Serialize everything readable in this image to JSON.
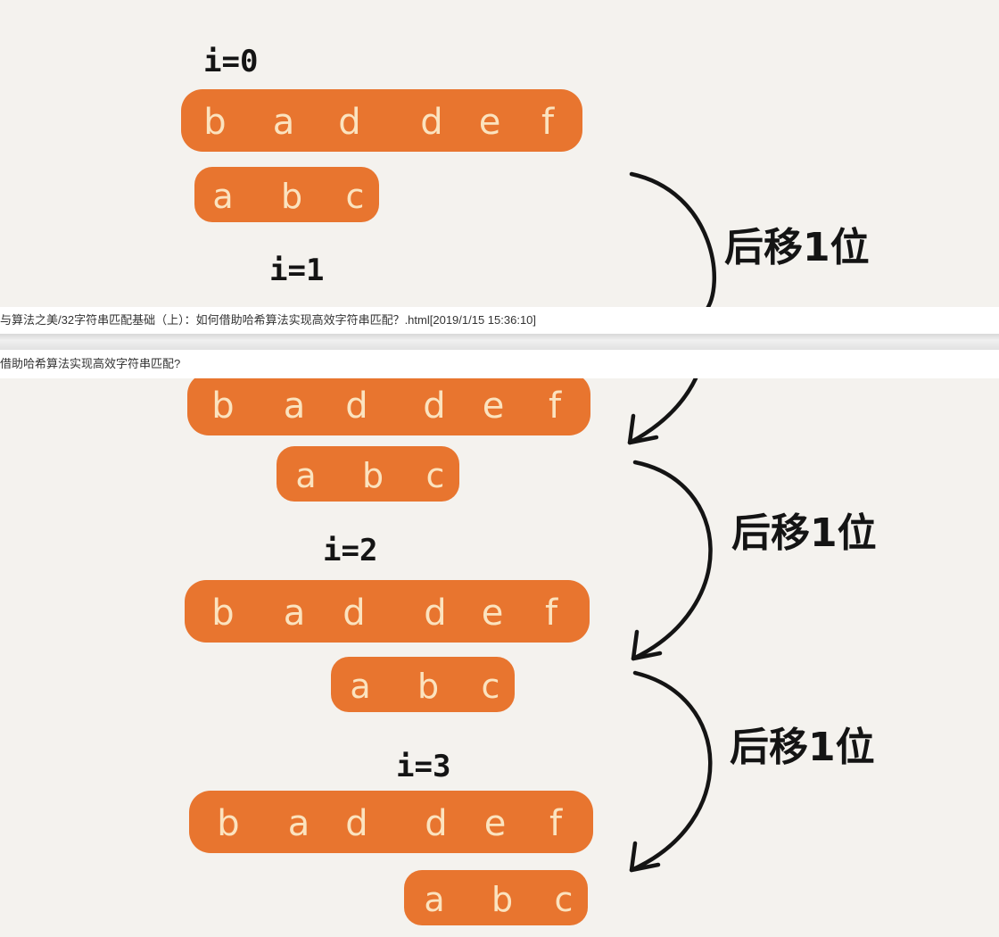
{
  "chart_data": {
    "main_string": [
      "b",
      "a",
      "d",
      "d",
      "e",
      "f"
    ],
    "pattern": [
      "a",
      "b",
      "c"
    ],
    "steps": [
      {
        "label": "i=0",
        "shift": 0
      },
      {
        "label": "i=1",
        "shift": 1
      },
      {
        "label": "i=2",
        "shift": 2
      },
      {
        "label": "i=3",
        "shift": 3
      }
    ],
    "arrow_label": "后移1位"
  },
  "overlay": {
    "path_text": "与算法之美/32字符串匹配基础（上）：如何借助哈希算法实现高效字符串匹配？.html[2019/1/15 15:36:10]",
    "title_text": "借助哈希算法实现高效字符串匹配?"
  },
  "colors": {
    "bar": "#e8752f",
    "letters": "#fbe3bf",
    "ink": "#141414",
    "background": "#f4f2ee"
  }
}
